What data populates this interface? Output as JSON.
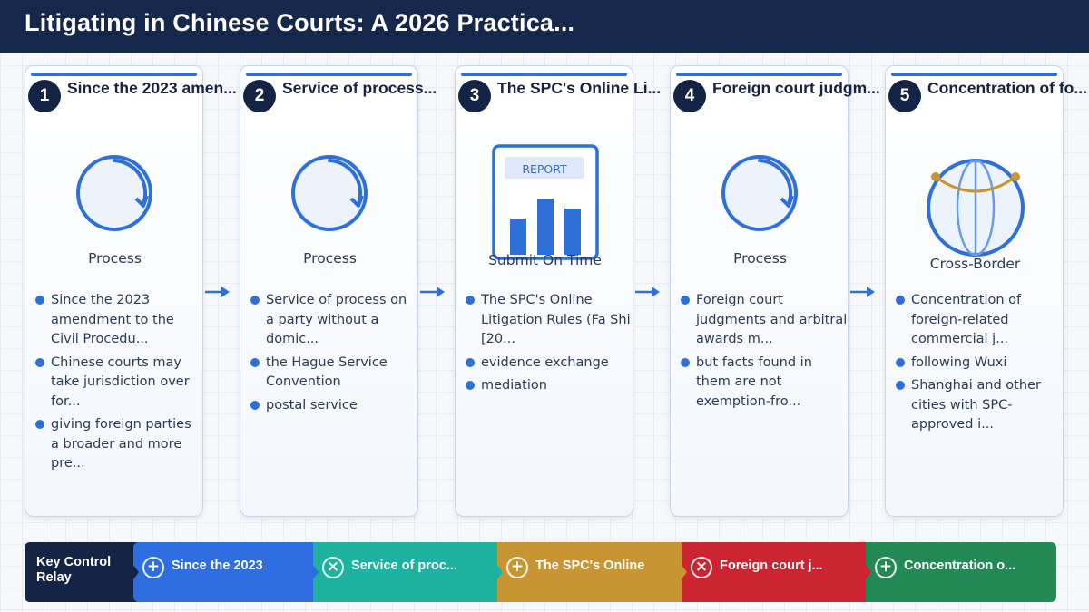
{
  "title": "Litigating in Chinese Courts: A 2026 Practica...",
  "colors": {
    "title_bg": "#15274a",
    "accent": "#2f6fd8",
    "badge_bg": "#142444"
  },
  "steps": [
    {
      "number": "1",
      "heading": "Since the 2023 amen...",
      "icon": "process-ring-icon",
      "icon_label": "Process",
      "bullets": [
        "Since the 2023 amendment to the Civil Procedu...",
        "Chinese courts may take jurisdiction over for...",
        "giving foreign parties a broader and more pre..."
      ]
    },
    {
      "number": "2",
      "heading": "Service of process...",
      "icon": "process-ring-icon",
      "icon_label": "Process",
      "bullets": [
        "Service of process on a party without a domic...",
        "the Hague Service Convention",
        "postal service"
      ]
    },
    {
      "number": "3",
      "heading": "The SPC's Online Li...",
      "icon": "report-chart-icon",
      "icon_badge": "REPORT",
      "icon_label": "Submit On Time",
      "bullets": [
        "The SPC's Online Litigation Rules (Fa Shi [20...",
        "evidence exchange",
        "mediation"
      ]
    },
    {
      "number": "4",
      "heading": "Foreign court judgm...",
      "icon": "process-ring-icon",
      "icon_label": "Process",
      "bullets": [
        "Foreign court judgments and arbitral awards m...",
        "but facts found in them are not exemption-fro..."
      ]
    },
    {
      "number": "5",
      "heading": "Concentration of fo...",
      "icon": "globe-icon",
      "icon_label": "Cross-Border",
      "bullets": [
        "Concentration of foreign-related commercial j...",
        "following Wuxi",
        "Shanghai and other cities with SPC-approved i..."
      ]
    }
  ],
  "relay": {
    "label": "Key Control Relay",
    "segments": [
      {
        "symbol": "+",
        "label": "Since the 2023",
        "color": "#2f6ee0"
      },
      {
        "symbol": "×",
        "label": "Service of proc...",
        "color": "#1db39f"
      },
      {
        "symbol": "+",
        "label": "The SPC's Online",
        "color": "#c99532"
      },
      {
        "symbol": "×",
        "label": "Foreign court j...",
        "color": "#cc2430"
      },
      {
        "symbol": "+",
        "label": "Concentration o...",
        "color": "#238a55"
      }
    ]
  }
}
